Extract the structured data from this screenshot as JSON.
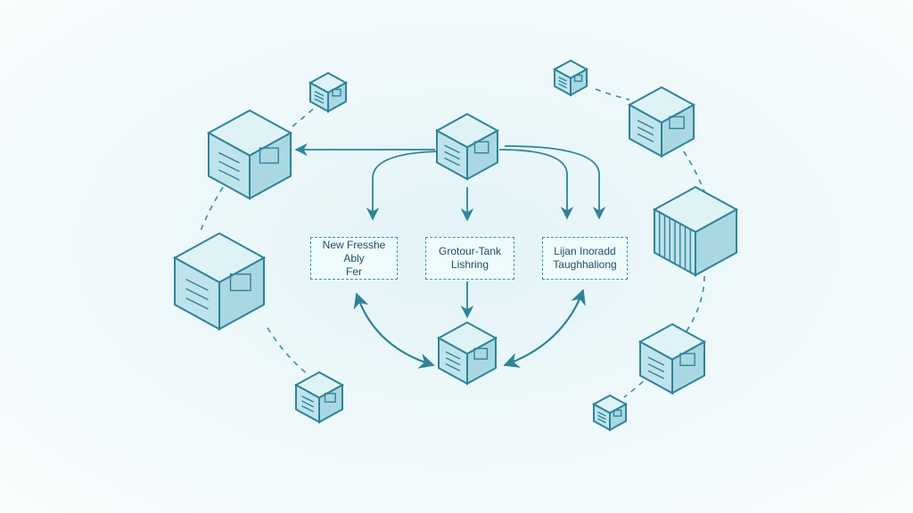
{
  "colors": {
    "stroke": "#2f8497",
    "face_top": "#dff2f6",
    "face_left": "#bfe3ec",
    "face_right": "#a9d8e3",
    "connector": "#3a8da1",
    "label_text": "#1f4f63"
  },
  "labels": [
    {
      "id": "left",
      "text": "New Fresshe Ably\nFer"
    },
    {
      "id": "center",
      "text": "Grotour-Tank\nLishring"
    },
    {
      "id": "right",
      "text": "Lijan Inoradd\nTaughhaliong"
    }
  ],
  "nodes": [
    {
      "id": "top-hub",
      "icon": "cube-document-icon"
    },
    {
      "id": "bottom-hub",
      "icon": "cube-fingerprint-icon"
    },
    {
      "id": "left-map",
      "icon": "cube-map-icon"
    },
    {
      "id": "left-device",
      "icon": "cube-device-icon"
    },
    {
      "id": "right-server",
      "icon": "cube-server-icon"
    },
    {
      "id": "right-top",
      "icon": "cube-panel-icon"
    },
    {
      "id": "right-bottom",
      "icon": "cube-panel-icon"
    }
  ]
}
